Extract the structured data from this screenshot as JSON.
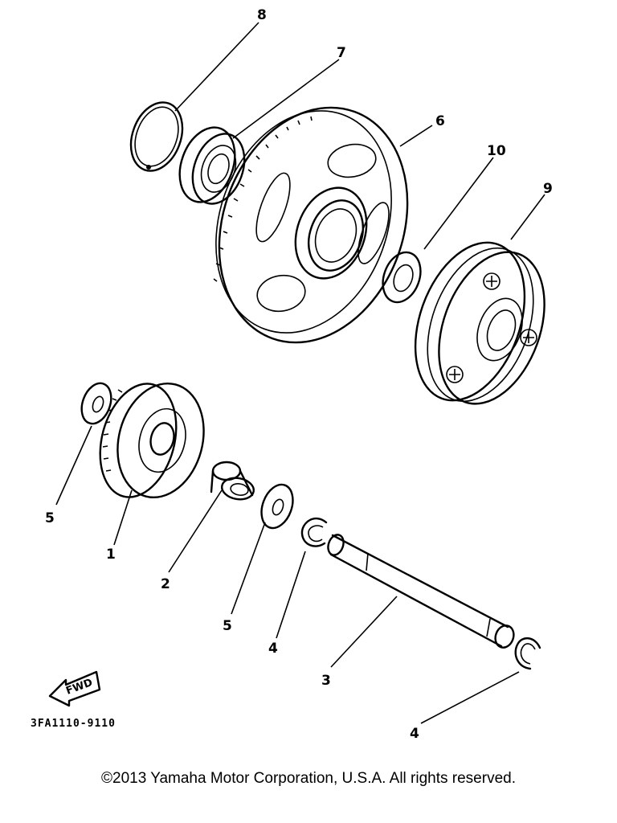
{
  "callouts": [
    {
      "id": "8",
      "text": "8"
    },
    {
      "id": "7",
      "text": "7"
    },
    {
      "id": "6",
      "text": "6"
    },
    {
      "id": "10",
      "text": "10"
    },
    {
      "id": "9",
      "text": "9"
    },
    {
      "id": "5a",
      "text": "5"
    },
    {
      "id": "1",
      "text": "1"
    },
    {
      "id": "2",
      "text": "2"
    },
    {
      "id": "5b",
      "text": "5"
    },
    {
      "id": "4a",
      "text": "4"
    },
    {
      "id": "3",
      "text": "3"
    },
    {
      "id": "4b",
      "text": "4"
    }
  ],
  "fwd_label": "FWD",
  "diagram_code": "3FA1110-9110",
  "copyright": "©2013 Yamaha Motor Corporation, U.S.A. All rights reserved."
}
